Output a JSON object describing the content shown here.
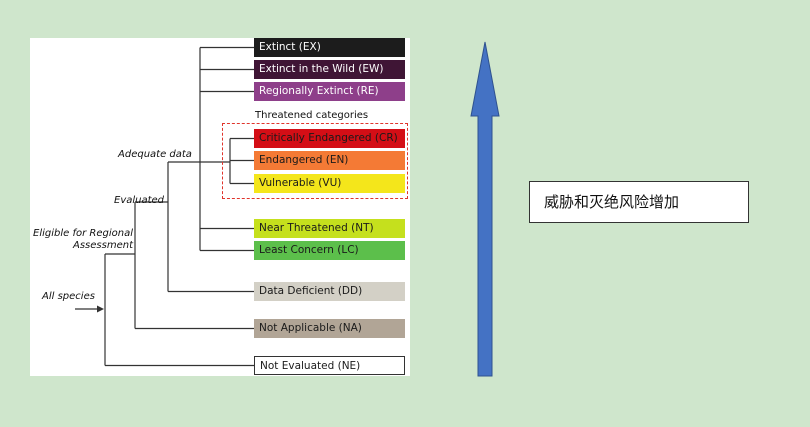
{
  "categories": [
    {
      "id": "ex",
      "label": "Extinct (EX)",
      "bg": "#1c1c1c",
      "fg": "#ffffff"
    },
    {
      "id": "ew",
      "label": "Extinct in the Wild (EW)",
      "bg": "#3f1535",
      "fg": "#ffffff"
    },
    {
      "id": "re",
      "label": "Regionally Extinct (RE)",
      "bg": "#8e3f8a",
      "fg": "#ffffff"
    },
    {
      "id": "cr",
      "label": "Critically Endangered (CR)",
      "bg": "#d40e16",
      "fg": "#1a1a1a"
    },
    {
      "id": "en",
      "label": "Endangered (EN)",
      "bg": "#f47a35",
      "fg": "#1a1a1a"
    },
    {
      "id": "vu",
      "label": "Vulnerable (VU)",
      "bg": "#f4e61b",
      "fg": "#1a1a1a"
    },
    {
      "id": "nt",
      "label": "Near Threatened (NT)",
      "bg": "#c5e01d",
      "fg": "#1a1a1a"
    },
    {
      "id": "lc",
      "label": "Least Concern (LC)",
      "bg": "#5cbf4b",
      "fg": "#1a1a1a"
    },
    {
      "id": "dd",
      "label": "Data Deficient (DD)",
      "bg": "#d3d0c6",
      "fg": "#1a1a1a"
    },
    {
      "id": "na",
      "label": "Not Applicable (NA)",
      "bg": "#b1a596",
      "fg": "#1a1a1a"
    },
    {
      "id": "ne",
      "label": "Not Evaluated (NE)",
      "bg": "#ffffff",
      "fg": "#1a1a1a"
    }
  ],
  "labels": {
    "threatened": "Threatened categories",
    "adequate_data": "Adequate data",
    "evaluated": "Evaluated",
    "eligible_line1": "Eligible for Regional",
    "eligible_line2": "Assessment",
    "all_species": "All species"
  },
  "callout": {
    "text": "威胁和灭绝风险增加"
  },
  "colors": {
    "arrow": "#4472c4",
    "arrow_stroke": "#2f528f",
    "threatened_box": "#e0342c",
    "background": "#cfe6cc"
  }
}
